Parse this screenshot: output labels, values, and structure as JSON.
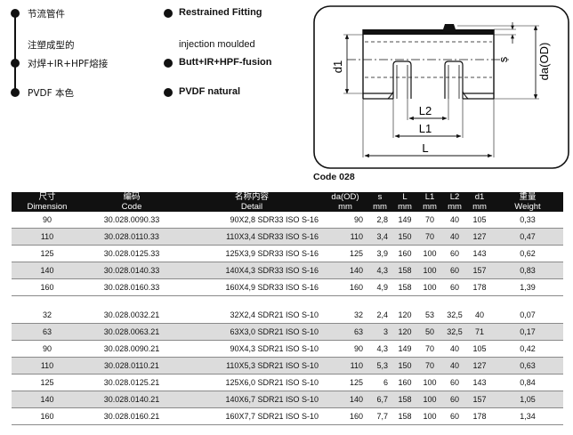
{
  "legend": {
    "left": [
      {
        "text": "节流管件",
        "bullet": true
      },
      {
        "text": "注塑成型的",
        "bullet": false
      },
      {
        "text": "对焊+IR+HPF熔接",
        "bullet": true
      },
      {
        "text": "PVDF 本色",
        "bullet": true
      }
    ],
    "right": [
      {
        "text": "Restrained Fitting",
        "bold": true,
        "bullet": true
      },
      {
        "text": "injection moulded",
        "bold": false,
        "bullet": false
      },
      {
        "text": "Butt+IR+HPF-fusion",
        "bold": true,
        "bullet": true
      },
      {
        "text": "PVDF natural",
        "bold": true,
        "bullet": true
      }
    ]
  },
  "diagram": {
    "labels": {
      "d1": "d1",
      "s": "s",
      "da": "da(OD)",
      "L2": "L2",
      "L1": "L1",
      "L": "L"
    },
    "code_label": "Code 028"
  },
  "table": {
    "headers": [
      {
        "cn": "尺寸",
        "en": "Dimension"
      },
      {
        "cn": "编码",
        "en": "Code"
      },
      {
        "cn": "名称内容",
        "en": "Detail"
      },
      {
        "cn": "da(OD)",
        "en": "mm"
      },
      {
        "cn": "s",
        "en": "mm"
      },
      {
        "cn": "L",
        "en": "mm"
      },
      {
        "cn": "L1",
        "en": "mm"
      },
      {
        "cn": "L2",
        "en": "mm"
      },
      {
        "cn": "d1",
        "en": "mm"
      },
      {
        "cn": "重量",
        "en": "Weight"
      }
    ],
    "group1": [
      [
        "90",
        "30.028.0090.33",
        "90X2,8 SDR33 ISO S-16",
        "90",
        "2,8",
        "149",
        "70",
        "40",
        "105",
        "0,33"
      ],
      [
        "110",
        "30.028.0110.33",
        "110X3,4 SDR33 ISO S-16",
        "110",
        "3,4",
        "150",
        "70",
        "40",
        "127",
        "0,47"
      ],
      [
        "125",
        "30.028.0125.33",
        "125X3,9 SDR33 ISO S-16",
        "125",
        "3,9",
        "160",
        "100",
        "60",
        "143",
        "0,62"
      ],
      [
        "140",
        "30.028.0140.33",
        "140X4,3 SDR33 ISO S-16",
        "140",
        "4,3",
        "158",
        "100",
        "60",
        "157",
        "0,83"
      ],
      [
        "160",
        "30.028.0160.33",
        "160X4,9 SDR33 ISO S-16",
        "160",
        "4,9",
        "158",
        "100",
        "60",
        "178",
        "1,39"
      ]
    ],
    "group2": [
      [
        "32",
        "30.028.0032.21",
        "32X2,4 SDR21 ISO S-10",
        "32",
        "2,4",
        "120",
        "53",
        "32,5",
        "40",
        "0,07"
      ],
      [
        "63",
        "30.028.0063.21",
        "63X3,0 SDR21 ISO S-10",
        "63",
        "3",
        "120",
        "50",
        "32,5",
        "71",
        "0,17"
      ],
      [
        "90",
        "30.028.0090.21",
        "90X4,3 SDR21 ISO S-10",
        "90",
        "4,3",
        "149",
        "70",
        "40",
        "105",
        "0,42"
      ],
      [
        "110",
        "30.028.0110.21",
        "110X5,3 SDR21 ISO S-10",
        "110",
        "5,3",
        "150",
        "70",
        "40",
        "127",
        "0,63"
      ],
      [
        "125",
        "30.028.0125.21",
        "125X6,0 SDR21 ISO S-10",
        "125",
        "6",
        "160",
        "100",
        "60",
        "143",
        "0,84"
      ],
      [
        "140",
        "30.028.0140.21",
        "140X6,7 SDR21 ISO S-10",
        "140",
        "6,7",
        "158",
        "100",
        "60",
        "157",
        "1,05"
      ],
      [
        "160",
        "30.028.0160.21",
        "160X7,7 SDR21 ISO S-10",
        "160",
        "7,7",
        "158",
        "100",
        "60",
        "178",
        "1,34"
      ]
    ]
  }
}
